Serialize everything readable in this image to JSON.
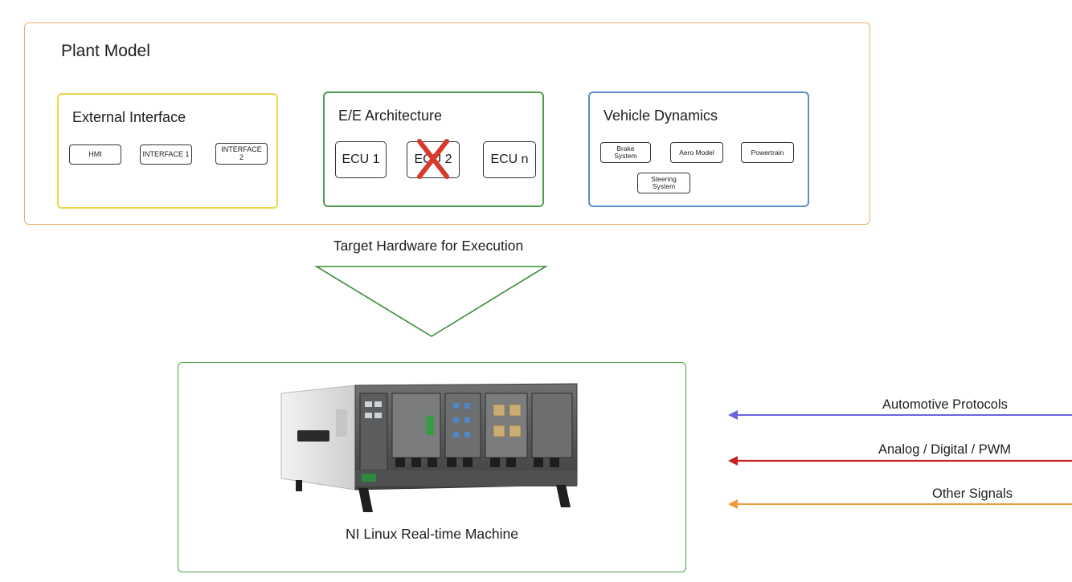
{
  "plant_model": {
    "title": "Plant Model",
    "external_interface": {
      "title": "External Interface",
      "items": [
        "HMI",
        "INTERFACE 1",
        "INTERFACE\n2"
      ]
    },
    "ee_architecture": {
      "title": "E/E Architecture",
      "ecus": [
        "ECU 1",
        "ECU 2",
        "ECU n"
      ],
      "disabled_ecu": "ECU 2"
    },
    "vehicle_dynamics": {
      "title": "Vehicle Dynamics",
      "items": [
        "Brake\nSystem",
        "Aero Model",
        "Powertrain",
        "Steering\nSystem"
      ]
    }
  },
  "target_hardware_label": "Target Hardware for Execution",
  "machine": {
    "label": "NI Linux Real-time Machine",
    "image_icon": "ni-pxi-chassis-icon"
  },
  "signals": [
    {
      "label": "Automotive Protocols",
      "color": "#6b63e0"
    },
    {
      "label": "Analog / Digital / PWM",
      "color": "#c4231f"
    },
    {
      "label": "Other Signals",
      "color": "#ee9a3a"
    }
  ],
  "colors": {
    "plant_border": "#e8b26c",
    "external_border": "#ecd74c",
    "ee_border": "#4b9b4b",
    "vd_border": "#5c8fc6",
    "cross_mark": "#d63a2b",
    "funnel": "#3a8a3a"
  }
}
